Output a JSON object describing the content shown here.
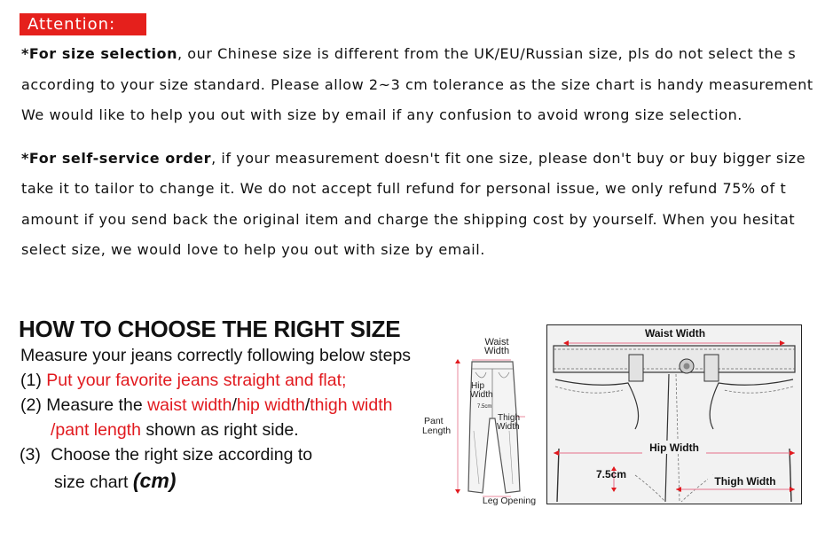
{
  "attention": {
    "label": "Attention:"
  },
  "size_selection": {
    "lead": "*For size selection",
    "line1": ", our Chinese size is different from the UK/EU/Russian size, pls do not select the s",
    "line2": "according to your size standard. Please allow 2~3 cm tolerance as the size chart is handy measurement",
    "line3": "We would like to help you out with size by email if any confusion to avoid wrong size selection."
  },
  "self_service": {
    "lead": "*For self-service order",
    "line1": ", if your measurement doesn't fit one size, please don't buy or buy bigger size",
    "line2": "take it to tailor to change it. We do not accept full refund for personal issue, we only refund 75% of t",
    "line3": "amount if you send back the original item and charge the shipping cost by yourself.  When you hesitat",
    "line4": "select size, we would love to help you out with size by email."
  },
  "guide": {
    "heading": "HOW TO CHOOSE THE RIGHT SIZE",
    "intro": "Measure your jeans correctly following below steps",
    "step1_num": "(1)",
    "step1_text": "Put your favorite jeans straight and flat;",
    "step2_num": "(2)",
    "step2_a": "Measure the ",
    "step2_waist": "waist width",
    "slash1": "/",
    "step2_hip": "hip width",
    "slash2": "/",
    "step2_thigh": "thigh width",
    "step2_slash": "/",
    "step2_pant": "pant length",
    "step2_b": " shown as right side.",
    "step3_num": "(3)",
    "step3_a": "Choose the right size according to",
    "step3_b": "size chart ",
    "step3_unit": "(cm)"
  },
  "diagram_small": {
    "waist_label_1": "Waist",
    "waist_label_2": "Width",
    "hip_label_1": "Hip",
    "hip_label_2": "Width",
    "rise_label": "7.5cm",
    "thigh_label_1": "Thigh",
    "thigh_label_2": "Width",
    "pant_label_1": "Pant",
    "pant_label_2": "Length",
    "leg_label": "Leg Opening"
  },
  "diagram_large": {
    "waist_label": "Waist Width",
    "hip_label": "Hip Width",
    "rise_label": "7.5cm",
    "thigh_label": "Thigh Width"
  },
  "colors": {
    "accent_red": "#e5201c",
    "text_red": "#e11a1f",
    "pink_line": "#e88a9e"
  }
}
